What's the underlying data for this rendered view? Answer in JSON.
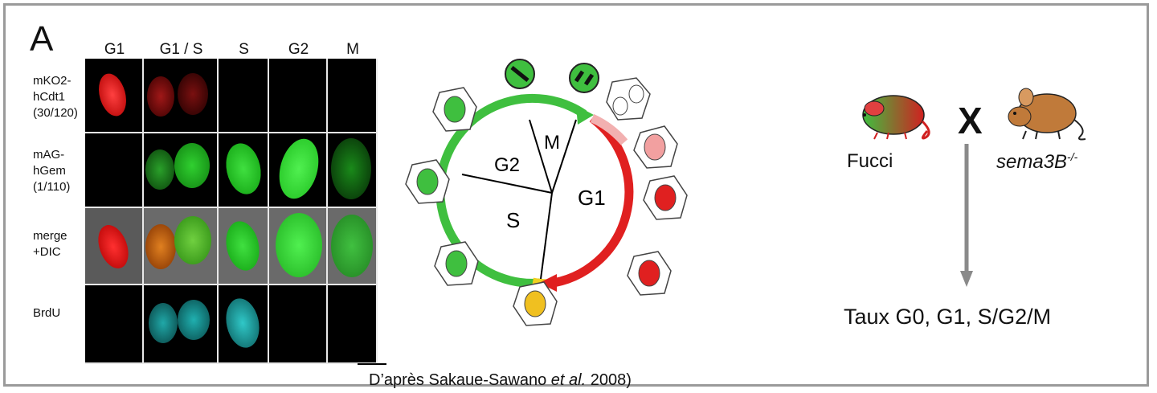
{
  "panel": {
    "letter": "A",
    "columns": [
      "G1",
      "G1 / S",
      "S",
      "G2",
      "M"
    ],
    "rows": [
      {
        "label": "mKO2-\nhCdt1\n(30/120)"
      },
      {
        "label": "mAG-\nhGem\n(1/110)"
      },
      {
        "label": "merge\n+DIC"
      },
      {
        "label": "BrdU"
      }
    ]
  },
  "cycle": {
    "phases": [
      "G2",
      "M",
      "S",
      "G1"
    ]
  },
  "citation": {
    "prefix": "D’après Sakaue-Sawano ",
    "etal": "et al.",
    "suffix": " 2008)"
  },
  "cross": {
    "left_label": "Fucci",
    "right_label": "sema3B",
    "right_sup": "-/-",
    "symbol": "X",
    "result": "Taux G0, G1, S/G2/M"
  },
  "colors": {
    "frame": "#9a9a9a",
    "green": "#3fbf3f",
    "red": "#e02020",
    "yellow": "#f0d020",
    "arrow": "#8a8a8a"
  }
}
